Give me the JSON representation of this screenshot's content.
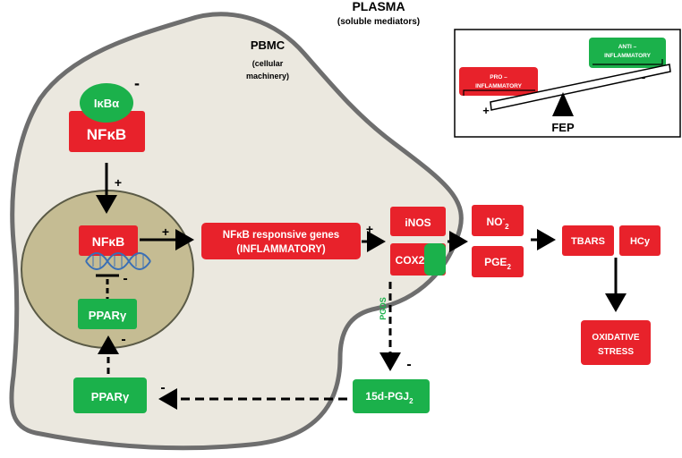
{
  "plasma": {
    "title": "PLASMA",
    "subtitle": "(soluble mediators)"
  },
  "pbmc": {
    "title": "PBMC",
    "sub1": "(cellular",
    "sub2": "machinery)"
  },
  "balance": {
    "pro_line1": "PRO –",
    "pro_line2": "INFLAMMATORY",
    "anti_line1": "ANTI –",
    "anti_line2": "INFLAMMATORY",
    "plus": "+",
    "minus": "-",
    "fulcrum": "FEP"
  },
  "nodes": {
    "ikba": "IκBα",
    "nfkb_cyto": "NFκB",
    "nfkb_nucleus": "NFκB",
    "ppar_nucleus": "PPARγ",
    "ppar_cyto": "PPARγ",
    "responsive_line1": "NFκB responsive genes",
    "responsive_line2": "(INFLAMMATORY)",
    "inos": "iNOS",
    "cox2": "COX2",
    "no2": "NO",
    "no2_sup": "-",
    "no2_sub": "2",
    "pge2": "PGE",
    "pge2_sub": "2",
    "tbars": "TBARS",
    "hcy": "HCy",
    "oxidative_line1": "OXIDATIVE",
    "oxidative_line2": "STRESS",
    "pgj2": "15d-PGJ",
    "pgj2_sub": "2",
    "pgds": "PGDS"
  },
  "signs": {
    "ikba_minus": "-",
    "nfkb_translocation_plus": "+",
    "responsive_plus": "+",
    "inos_plus": "+",
    "ppar_nucleus_minus": "-",
    "ppar_up_minus": "-",
    "pgj2_minus": "-",
    "ppar_cyto_minus": "-"
  },
  "colors": {
    "pro": "#e8222b",
    "anti": "#1bb14b",
    "cell": "#ebe8df",
    "nucleus": "#c5bc93",
    "outline": "#6e6e6e",
    "dna": "#3a6fb5"
  }
}
